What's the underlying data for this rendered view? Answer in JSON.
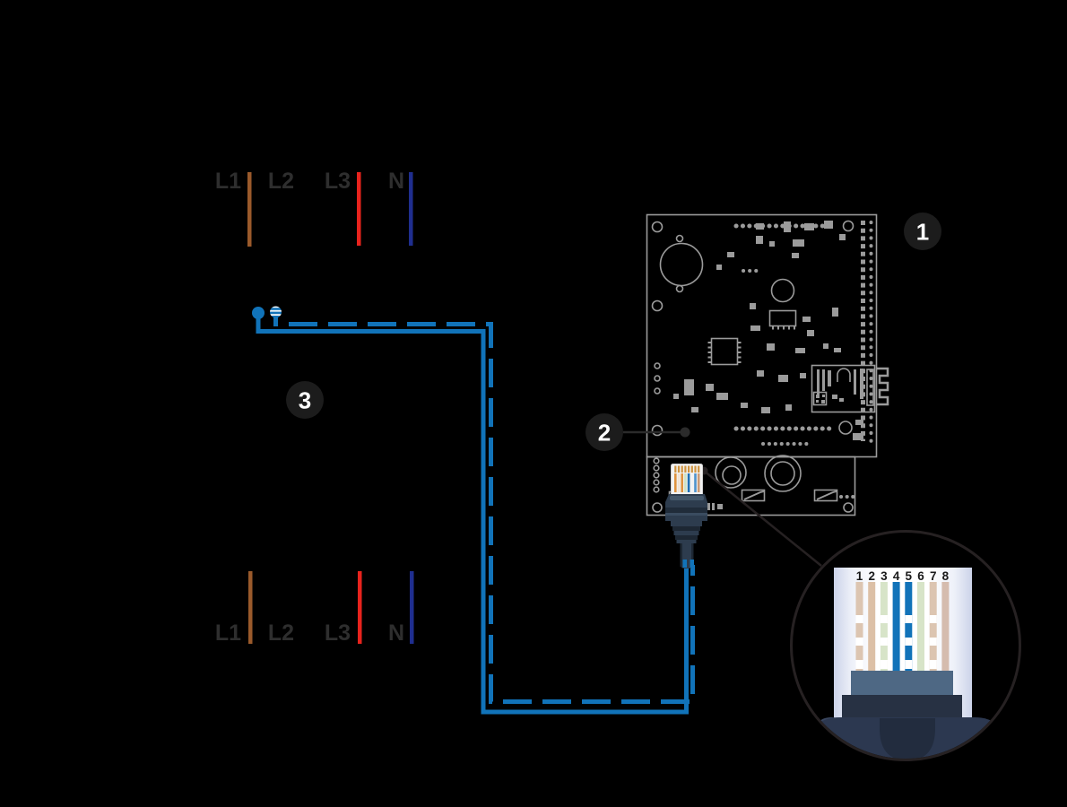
{
  "diagram": {
    "background_color": "#000000",
    "cable_color": "#1173b9",
    "pcb_color": "#9b9b9b",
    "label_color": "#2e2e2e",
    "phases_top": {
      "labels": [
        "L1",
        "L2",
        "L3",
        "N"
      ],
      "line_colors": [
        "#9a5a2b",
        "#000000",
        "#e8231d",
        "#1f2e8f"
      ]
    },
    "phases_bottom": {
      "labels": [
        "L1",
        "L2",
        "L3",
        "N"
      ],
      "line_colors": [
        "#9a5a2b",
        "#000000",
        "#e8231d",
        "#1f2e8f"
      ]
    },
    "callouts": {
      "board": "1",
      "port": "2",
      "cable": "3"
    },
    "magnifier": {
      "pin_numbers": [
        "1",
        "2",
        "3",
        "4",
        "5",
        "6",
        "7",
        "8"
      ],
      "wire_colors": [
        "orange-white",
        "orange",
        "green-white",
        "blue",
        "blue-white",
        "green",
        "brown-white",
        "brown"
      ]
    }
  }
}
